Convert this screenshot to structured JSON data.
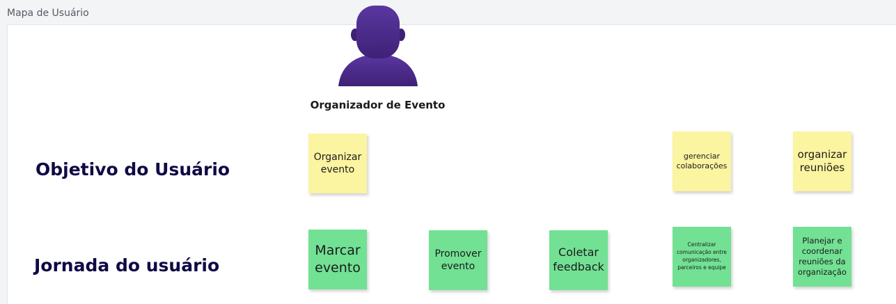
{
  "frame": {
    "title": "Mapa de Usuário"
  },
  "persona": {
    "name": "Organizador de Evento",
    "icon": "person-icon",
    "color": "#4b2c8a"
  },
  "rows": {
    "goal_label": "Objetivo do Usuário",
    "journey_label": "Jornada do usuário"
  },
  "goals": [
    {
      "text": "Organizar evento",
      "color": "#fbf4a0"
    },
    {
      "text": "gerenciar colaborações",
      "color": "#fbf4a0"
    },
    {
      "text": "organizar reuniões",
      "color": "#fbf4a0"
    }
  ],
  "journey": [
    {
      "text": "Marcar evento",
      "color": "#72e194"
    },
    {
      "text": "Promover evento",
      "color": "#72e194"
    },
    {
      "text": "Coletar feedback",
      "color": "#72e194"
    },
    {
      "text": "Centralizar comunicação entre organizadores, parceiros e equipe",
      "color": "#72e194"
    },
    {
      "text": "Planejar e coordenar reuniões da organização",
      "color": "#72e194"
    }
  ]
}
